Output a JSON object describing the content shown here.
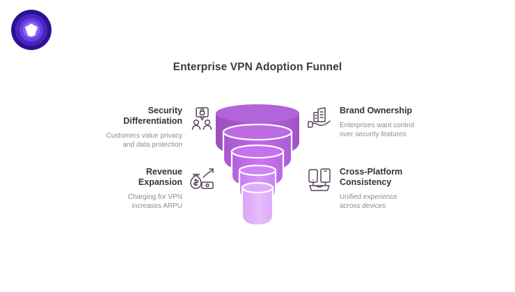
{
  "brand": {
    "logo_name": "vpn-shield-logo",
    "ring_outer_color": "#2d1094",
    "ring_mid_color": "#5b34d4",
    "ring_inner_color": "#7c4df0",
    "mark_color": "#ffffff"
  },
  "header": {
    "title": "Enterprise VPN Adoption Funnel"
  },
  "funnel": {
    "name": "adoption-funnel",
    "tiers": [
      {
        "label": "tier-1",
        "color": "#a855c8"
      },
      {
        "label": "tier-2",
        "color": "#b65cdd"
      },
      {
        "label": "tier-3",
        "color": "#c163ea"
      },
      {
        "label": "tier-4",
        "color": "#cb6ef0"
      },
      {
        "label": "tier-5",
        "color": "#dfa8f5"
      }
    ]
  },
  "features": [
    {
      "id": "security-differentiation",
      "icon": "people-lock-icon",
      "title": "Security\nDifferentiation",
      "desc": "Customers value privacy\nand data protection",
      "side": "left"
    },
    {
      "id": "brand-ownership",
      "icon": "hand-holding-building-icon",
      "title": "Brand Ownership",
      "desc": "Enterprises want control\nover security features",
      "side": "right"
    },
    {
      "id": "revenue-expansion",
      "icon": "money-bag-growth-icon",
      "title": "Revenue\nExpansion",
      "desc": "Charging for VPN\nincreases ARPU",
      "side": "left"
    },
    {
      "id": "cross-platform-consistency",
      "icon": "multi-device-icon",
      "title": "Cross-Platform\nConsistency",
      "desc": "Unified experience\nacross devices",
      "side": "right"
    }
  ],
  "colors": {
    "background": "#ffffff",
    "title_text": "#3c3c3c",
    "feature_title_text": "#333333",
    "feature_desc_text": "#8c8c8c",
    "icon_stroke": "#55435c"
  }
}
